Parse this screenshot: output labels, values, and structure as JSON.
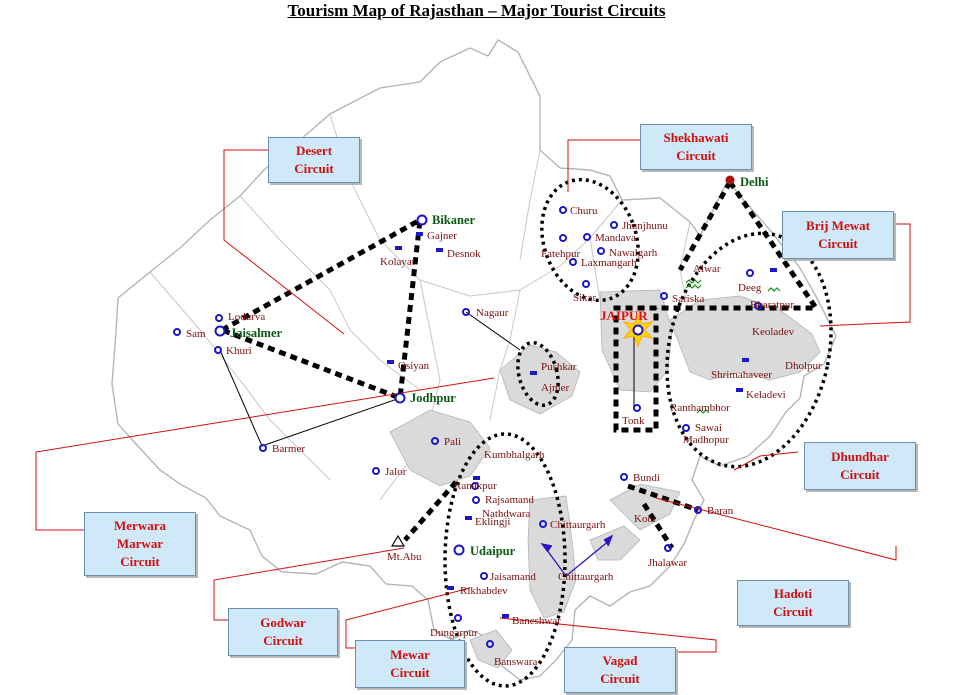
{
  "title": "Tourism Map of Rajasthan – Major Tourist Circuits",
  "circuits": {
    "desert": "Desert\nCircuit",
    "shekhawati": "Shekhawati\nCircuit",
    "brij_mewat": "Brij Mewat\nCircuit",
    "dhundhar": "Dhundhar\nCircuit",
    "merwara_marwar": "Merwara\nMarwar\nCircuit",
    "godwar": "Godwar\nCircuit",
    "mewar": "Mewar\nCircuit",
    "vagad": "Vagad\nCircuit",
    "hadoti": "Hadoti\nCircuit"
  },
  "places": {
    "delhi": "Delhi",
    "jaipur": "JAIPUR",
    "bikaner": "Bikaner",
    "jaisalmer": "Jaisalmer",
    "jodhpur": "Jodhpur",
    "udaipur": "Udaipur",
    "gajner": "Gajner",
    "kolayat": "Kolayat",
    "desnok": "Desnok",
    "churu": "Churu",
    "jhunjhunu": "Jhunjhunu",
    "mandava": "Mandava",
    "fatehpur": "Fatehpur",
    "nawalgarh": "Nawalgarh",
    "laxmangarh": "Laxmangarh",
    "sikar": "Sikar",
    "alwar": "Alwar",
    "sariska": "Sariska",
    "deeg": "Deeg",
    "bharatpur": "Bharatpur",
    "keoladev": "Keoladev",
    "dholpur": "Dholpur",
    "shrimahaveer": "Shrimahaveer",
    "keladevi": "Keladevi",
    "ranthambhor": "Ranthambhor",
    "sawai": "Sawai",
    "madhopur": "Madhopur",
    "tonk": "Tonk",
    "lodurva": "Lodurva",
    "sam": "Sam",
    "khuri": "Khuri",
    "nagaur": "Nagaur",
    "osiyan": "Osiyan",
    "pushkar": "Pushkar",
    "ajmer": "Ajmer",
    "barmer": "Barmer",
    "pali": "Pali",
    "jalor": "Jalor",
    "kumbhalgarh": "Kumbhalgarh",
    "ranakpur": "Ranakpur",
    "rajsamand": "Rajsamand",
    "nathdwara": "Nathdwara",
    "eklingji": "Eklingji",
    "chittaurgarh_1": "Chittaurgarh",
    "chittaurgarh_2": "Chittaurgarh",
    "mt_abu": "Mt.Abu",
    "jaisamand": "Jaisamand",
    "rikhabdev": "Rikhabdev",
    "dungarpur": "Dungarpur",
    "baneshwar": "Baneshwar",
    "banswara": "Banswara",
    "bundi": "Bundi",
    "kota": "Kota",
    "baran": "Baran",
    "jhalawar": "Jhalawar"
  },
  "colors": {
    "state_fill": "#ffffff",
    "state_stroke": "#b5b5b5",
    "district_fill": "#f1f1f1",
    "highlight_fill": "#d9d9d9",
    "circuit_line": "#000000",
    "town_marker": "#1b17c6",
    "label_red": "#7a1010",
    "box_fill": "#cfe9f9",
    "box_text": "#d01010",
    "leader_line": "#d01010"
  }
}
